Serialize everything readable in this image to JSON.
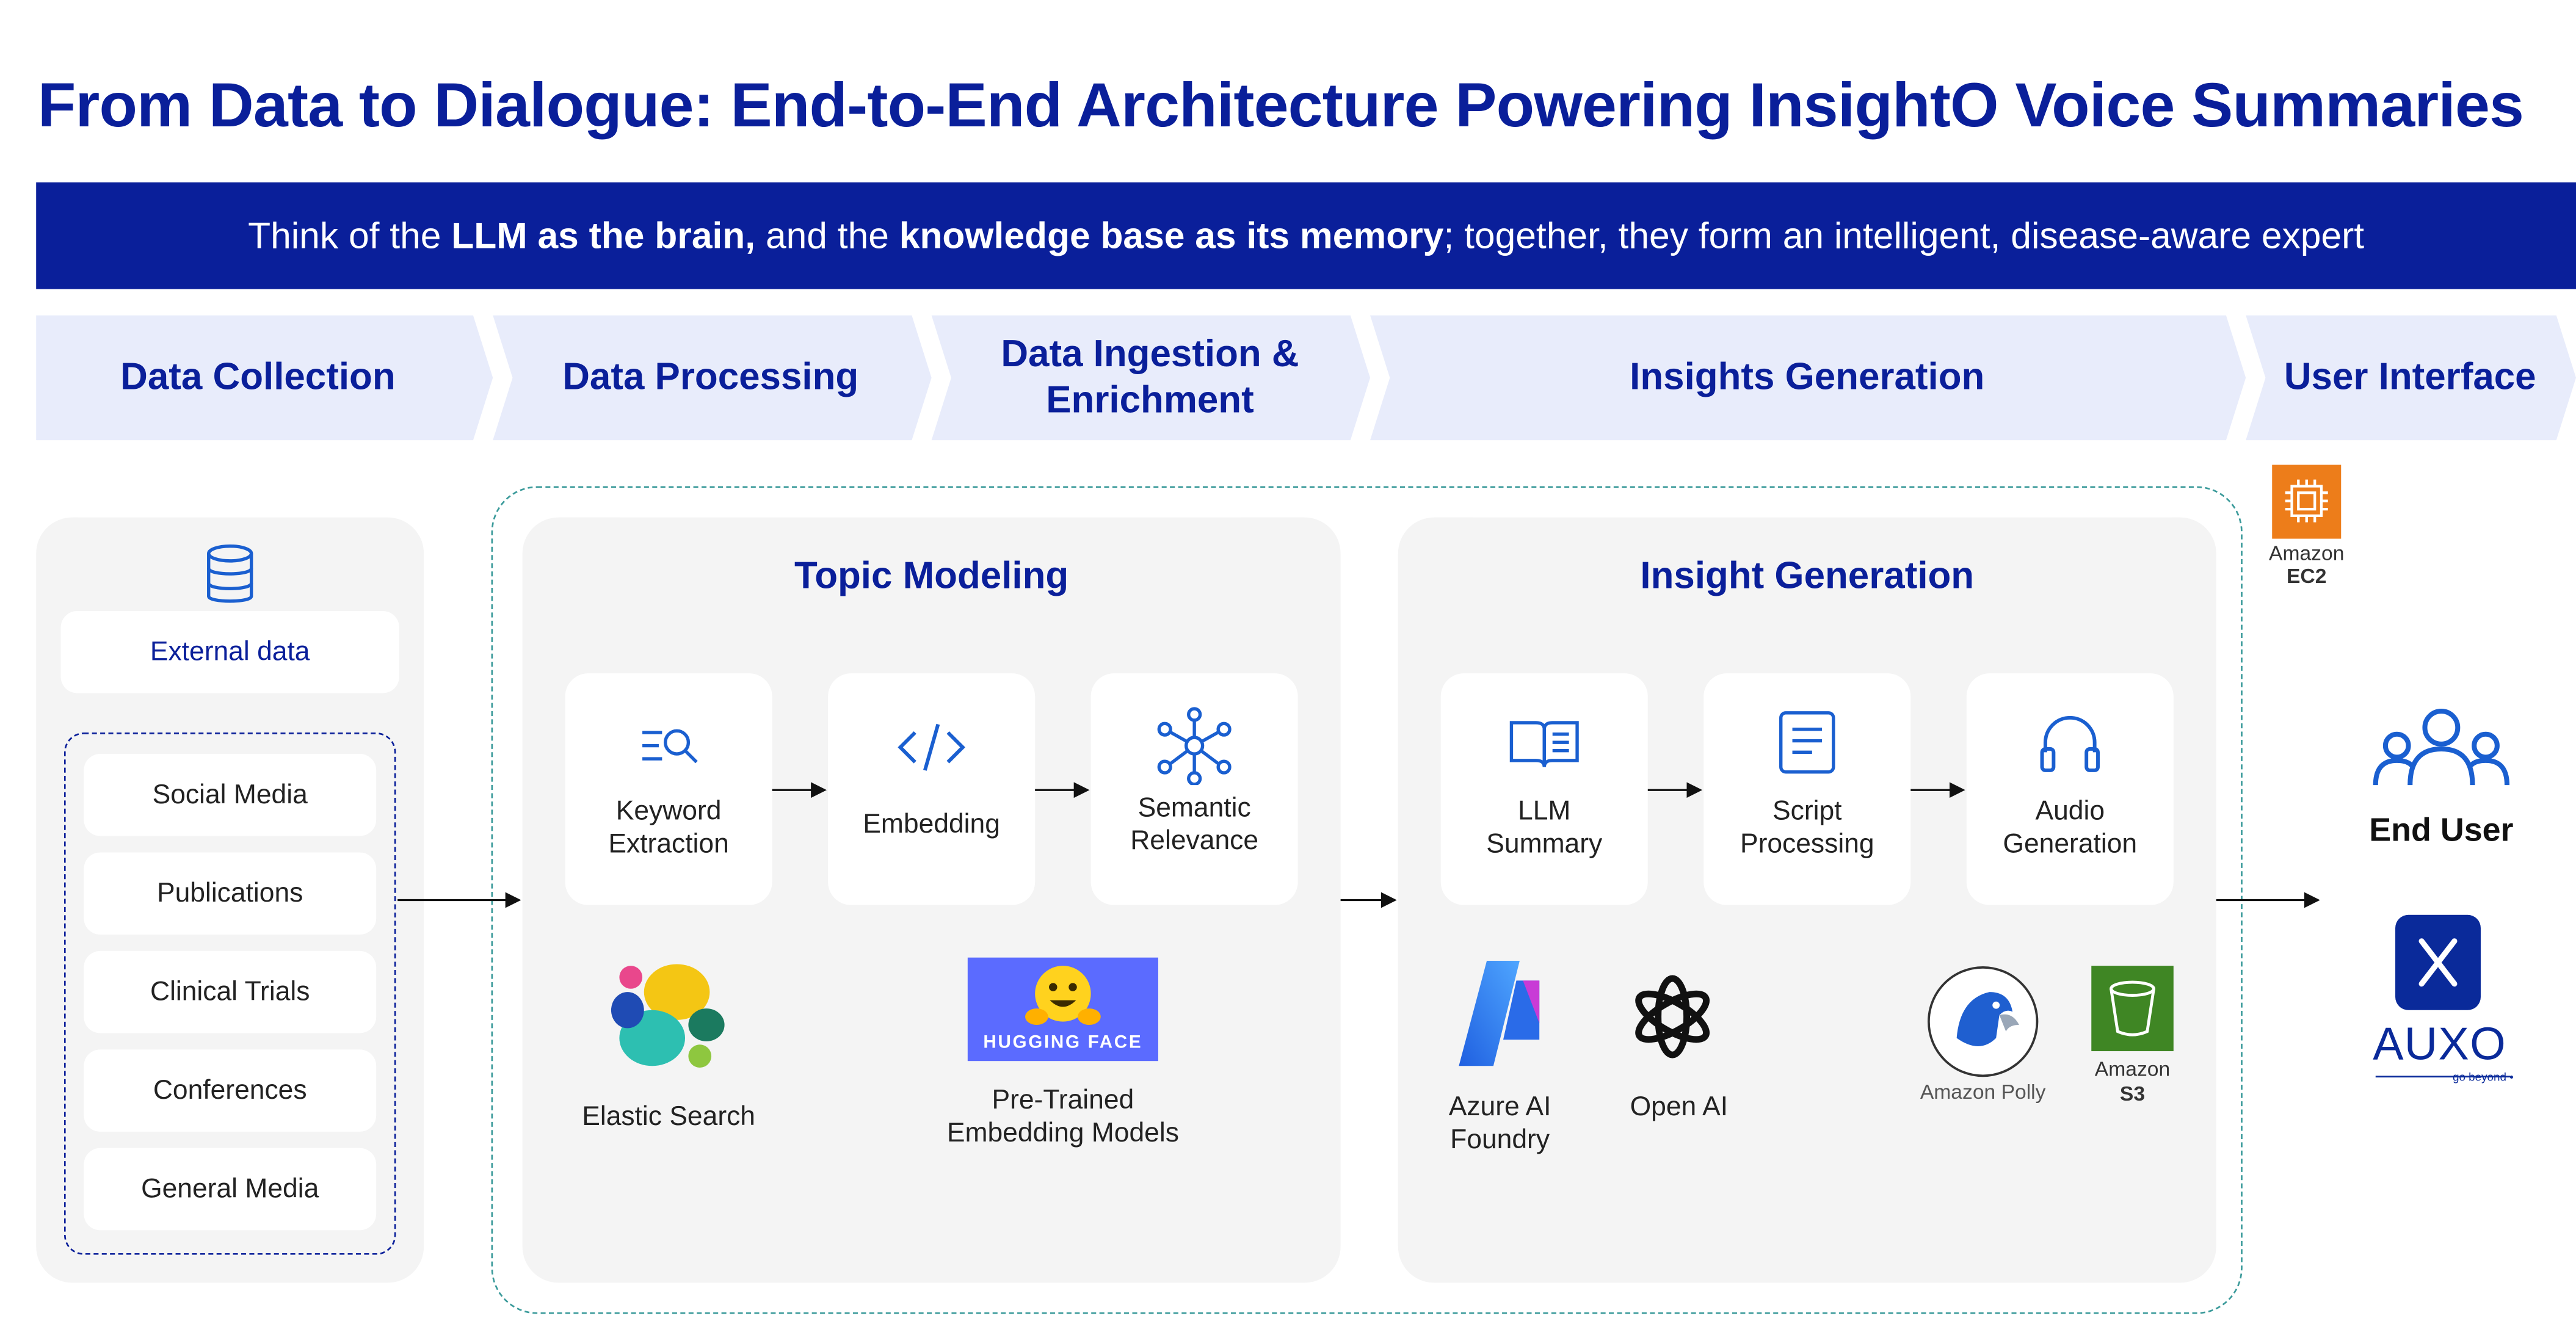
{
  "title": "From Data to Dialogue: End-to-End Architecture Powering InsightO Voice Summaries",
  "banner": {
    "t1": "Think of the ",
    "b1": "LLM as the brain,",
    "t2": " and the ",
    "b2": "knowledge base as its memory",
    "t3": "; together, they form an intelligent, disease-aware expert"
  },
  "stages": [
    "Data Collection",
    "Data Processing",
    "Data Ingestion & Enrichment",
    "Insights Generation",
    "User Interface"
  ],
  "collection": {
    "external": "External data",
    "sources": [
      "Social Media",
      "Publications",
      "Clinical Trials",
      "Conferences",
      "General Media"
    ]
  },
  "topic": {
    "title": "Topic Modeling",
    "steps": [
      "Keyword Extraction",
      "Embedding",
      "Semantic Relevance"
    ],
    "elastic": "Elastic Search",
    "hf_badge": "HUGGING FACE",
    "hf_label": "Pre-Trained Embedding Models"
  },
  "insight": {
    "title": "Insight Generation",
    "steps": [
      "LLM Summary",
      "Script Processing",
      "Audio Generation"
    ],
    "azure": "Azure AI Foundry",
    "openai": "Open AI",
    "polly": "Amazon Polly",
    "s3_top": "Amazon",
    "s3_bottom": "S3"
  },
  "ec2": {
    "top": "Amazon",
    "bottom": "EC2"
  },
  "ui": {
    "end_user": "End User",
    "brand": "AUXO",
    "tagline": "go beyond •"
  },
  "colors": {
    "navy": "#0a1f9a",
    "chevron": "#e8ecfb",
    "panel": "#f4f4f4",
    "teal": "#3a9a9a",
    "aws_orange": "#ed7d1a",
    "aws_green": "#3f8624",
    "icon_blue": "#1a5fd0"
  }
}
